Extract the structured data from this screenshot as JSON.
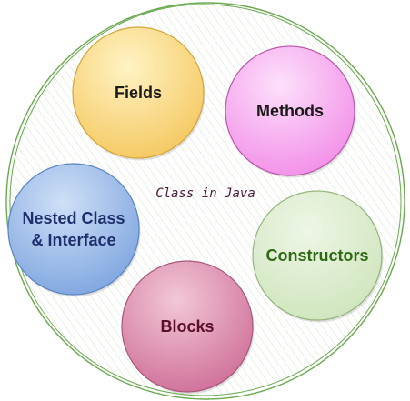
{
  "center_label": "Class in Java",
  "colors": {
    "outline": "#6aa84f",
    "hatch": "#cfe0c8",
    "center_text": "#4b1a3c"
  },
  "members": [
    {
      "id": "fields",
      "label_lines": [
        "Fields"
      ],
      "fill_light": "#fff3c4",
      "fill_dark": "#f5c860",
      "stroke": "#d4a63a",
      "text_color": "#1a1a1a"
    },
    {
      "id": "methods",
      "label_lines": [
        "Methods"
      ],
      "fill_light": "#fde0fb",
      "fill_dark": "#f28ee8",
      "stroke": "#bb57ad",
      "text_color": "#1a1a1a"
    },
    {
      "id": "nested-class-interface",
      "label_lines": [
        "Nested Class",
        "& Interface"
      ],
      "fill_light": "#cfe0f7",
      "fill_dark": "#7ea5df",
      "stroke": "#5a84c4",
      "text_color": "#1f2f6e"
    },
    {
      "id": "constructors",
      "label_lines": [
        "Constructors"
      ],
      "fill_light": "#eef6e6",
      "fill_dark": "#cfe5bd",
      "stroke": "#93b57a",
      "text_color": "#2d6a12"
    },
    {
      "id": "blocks",
      "label_lines": [
        "Blocks"
      ],
      "fill_light": "#f2c7d8",
      "fill_dark": "#cf6f98",
      "stroke": "#a9577a",
      "text_color": "#5a0f2c"
    }
  ]
}
